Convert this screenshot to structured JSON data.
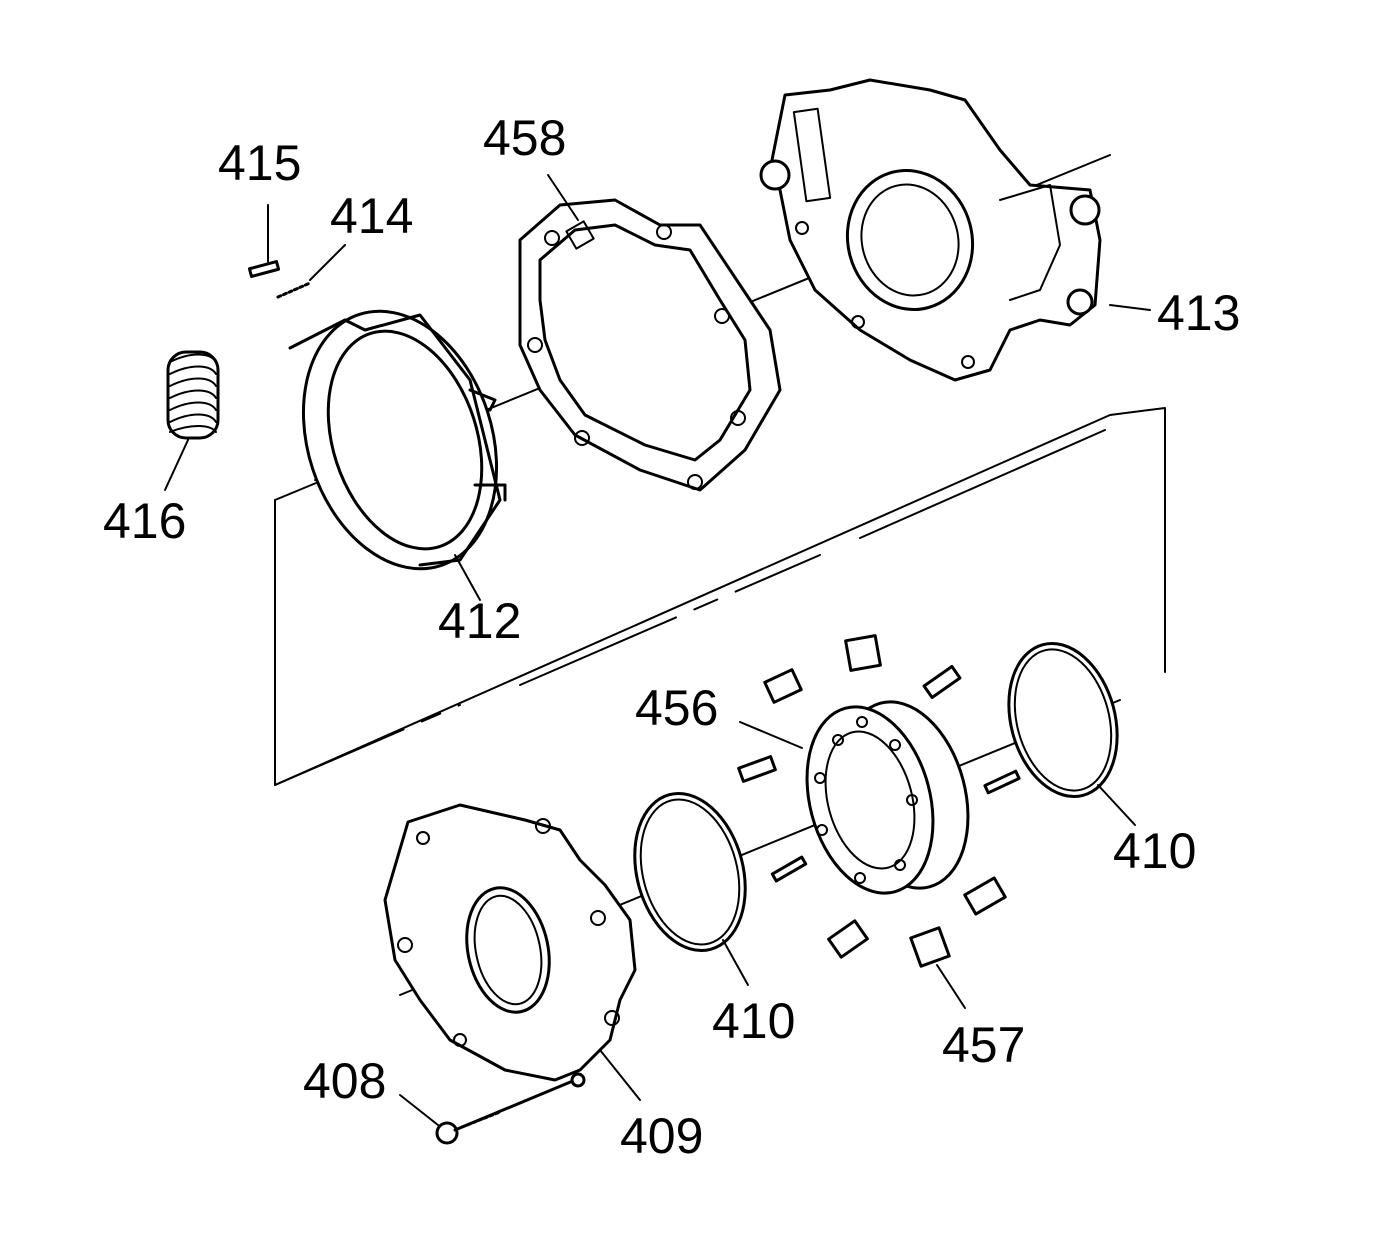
{
  "labels": {
    "p408": "408",
    "p409": "409",
    "p410a": "410",
    "p410b": "410",
    "p412": "412",
    "p413": "413",
    "p414": "414",
    "p415": "415",
    "p416": "416",
    "p456": "456",
    "p457": "457",
    "p458": "458"
  }
}
